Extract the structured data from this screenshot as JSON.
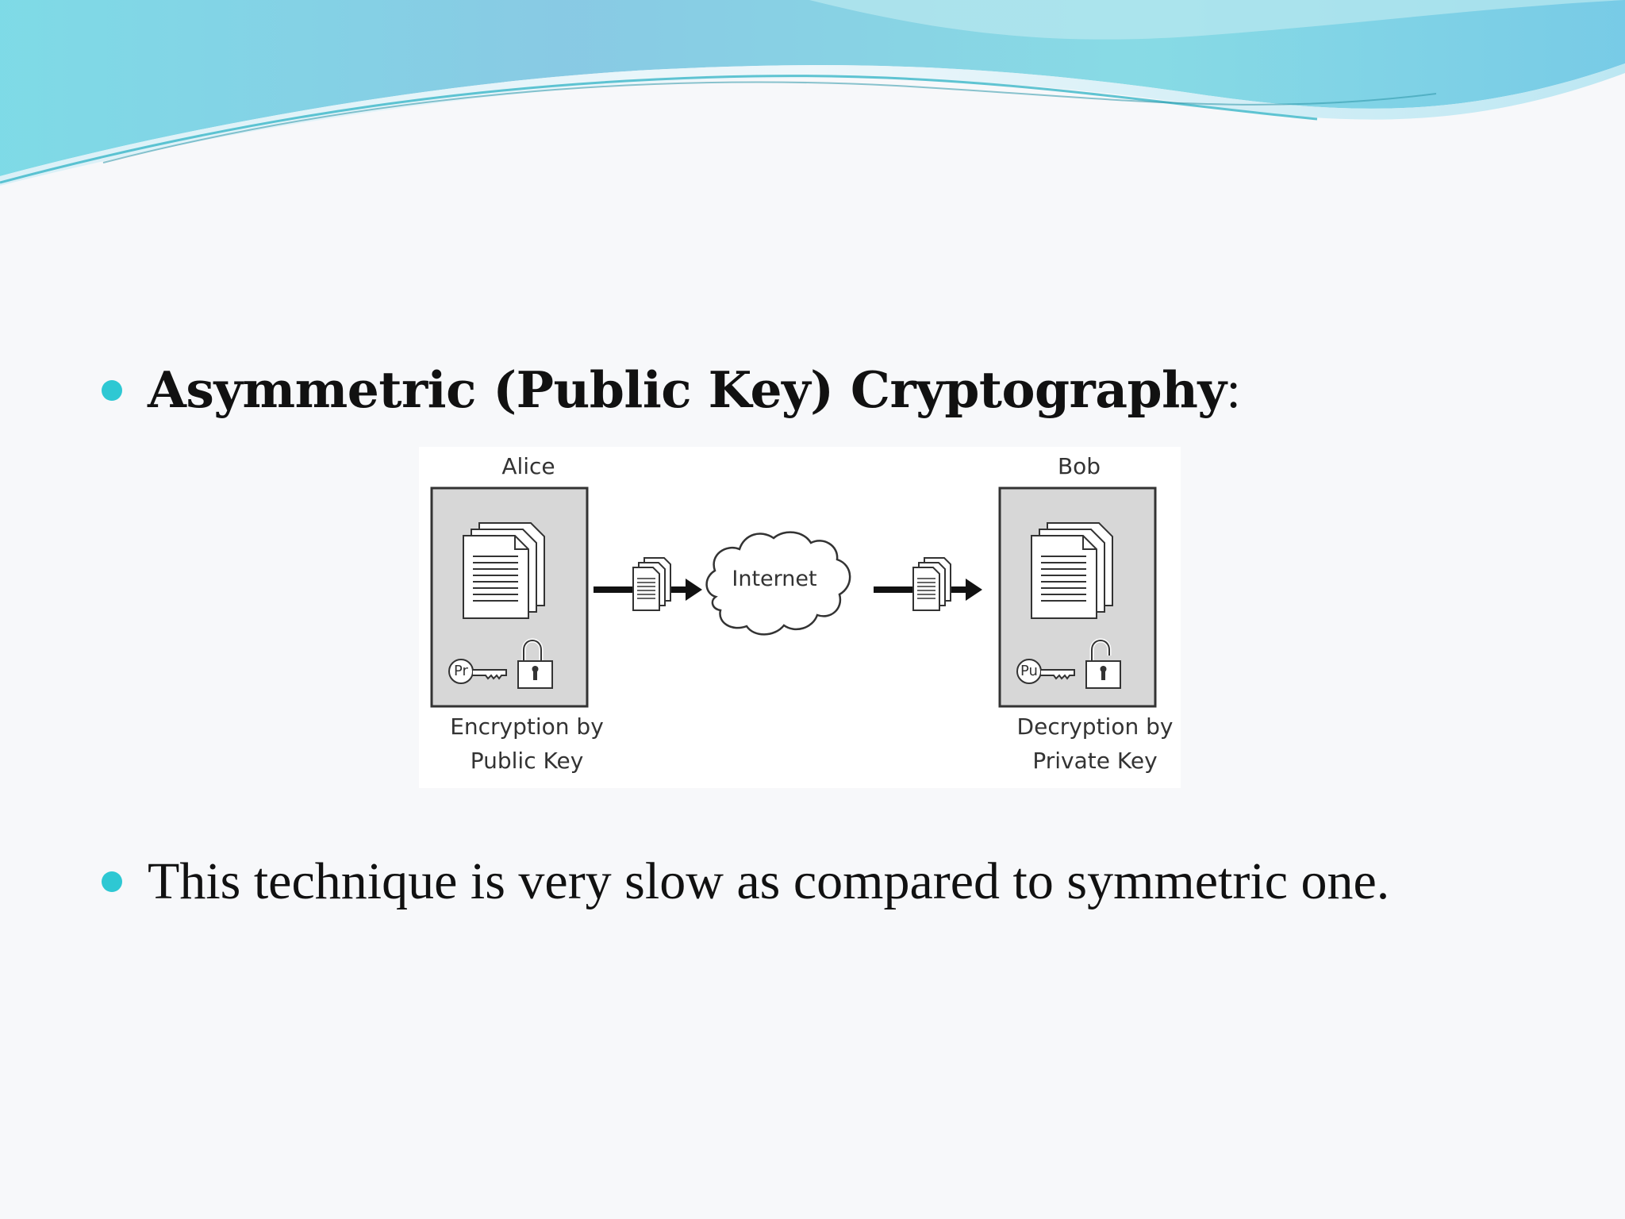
{
  "slide": {
    "bullets": [
      {
        "title": "Asymmetric (Public Key) Cryptography",
        "suffix": ":"
      },
      {
        "text": "This technique is very slow as compared to symmetric one."
      }
    ]
  },
  "diagram": {
    "sender_name": "Alice",
    "receiver_name": "Bob",
    "network_label": "Internet",
    "sender_caption_line1": "Encryption by",
    "sender_caption_line2": "Public Key",
    "receiver_caption_line1": "Decryption by",
    "receiver_caption_line2": "Private Key",
    "sender_key_label": "Pr",
    "receiver_key_label": "Pu"
  },
  "theme": {
    "bullet_color": "#2ec8d3",
    "wave_primary": "#6cc8e6",
    "wave_secondary": "#79d7e8",
    "wave_accent": "#2db5c3"
  }
}
